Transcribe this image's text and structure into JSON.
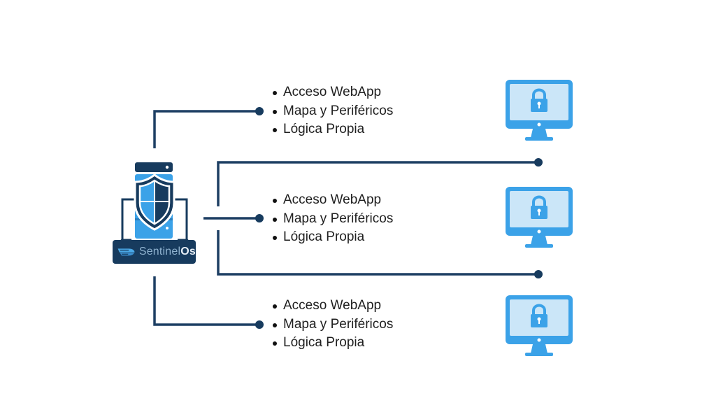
{
  "diagram": {
    "brand": {
      "name_light": "Sentinel",
      "name_bold": "Os",
      "icon": "server-shield-icon"
    },
    "colors": {
      "navy": "#173b5e",
      "line": "#1d3f63",
      "blue": "#3ba2e8",
      "light_blue": "#cbe6f8",
      "text": "#1f1f1f"
    },
    "clients": [
      {
        "features": [
          "Acceso WebApp",
          "Mapa y Periféricos",
          "Lógica Propia"
        ],
        "device_icon": "monitor-lock-icon"
      },
      {
        "features": [
          "Acceso WebApp",
          "Mapa y Periféricos",
          "Lógica Propia"
        ],
        "device_icon": "monitor-lock-icon"
      },
      {
        "features": [
          "Acceso WebApp",
          "Mapa y Periféricos",
          "Lógica Propia"
        ],
        "device_icon": "monitor-lock-icon"
      }
    ]
  }
}
